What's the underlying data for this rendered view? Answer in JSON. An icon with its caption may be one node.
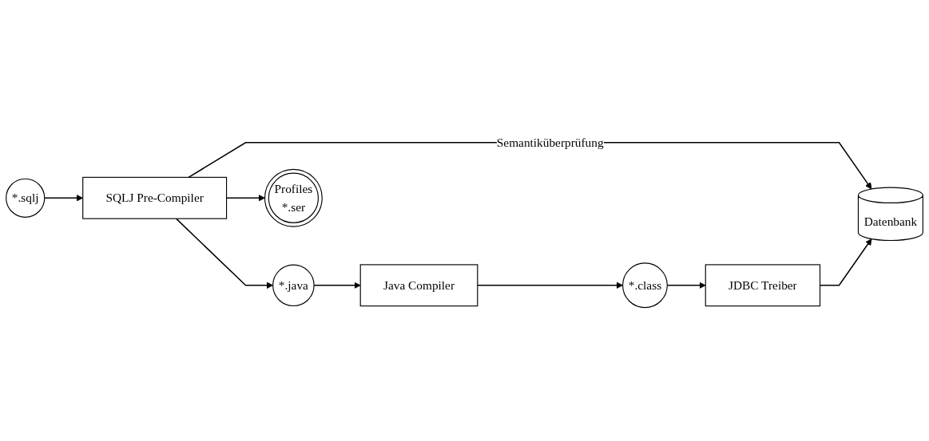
{
  "diagram": {
    "nodes": [
      {
        "text": [
          "*.sqlj"
        ]
      },
      {
        "text": [
          "SQLJ Pre-Compiler"
        ]
      },
      {
        "text": [
          "*.java"
        ]
      },
      {
        "text": [
          "Java Compiler"
        ]
      },
      {
        "text": [
          "*.class"
        ]
      },
      {
        "text": [
          "Profiles",
          "*.ser"
        ]
      },
      {
        "text": [
          "Datenbank"
        ]
      },
      {
        "text": [
          "JDBC Treiber"
        ]
      }
    ],
    "edges": [
      {
        "from": 0,
        "to": 1,
        "arrow": "to"
      },
      {
        "from": 1,
        "to": 2,
        "arrow": "to"
      },
      {
        "from": 2,
        "to": 3,
        "arrow": "to"
      },
      {
        "from": 3,
        "to": 4,
        "arrow": "to"
      },
      {
        "from": 1,
        "to": 5,
        "arrow": "to"
      },
      {
        "from": 1,
        "to": 6,
        "arrow": "to",
        "label": "Semantiküberprüfung"
      },
      {
        "from": 4,
        "to": 7,
        "arrow": "to"
      },
      {
        "from": 7,
        "to": 6,
        "arrow": "to"
      }
    ]
  }
}
